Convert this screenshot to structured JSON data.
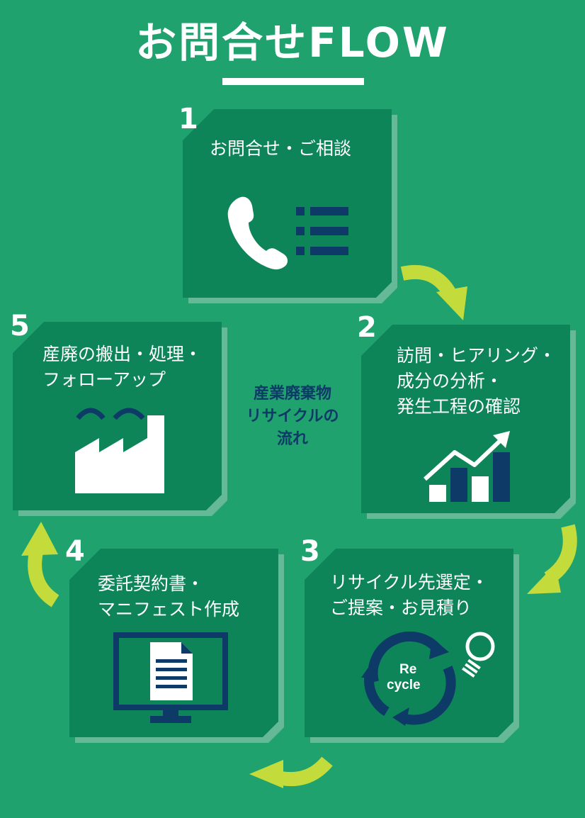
{
  "title": "お問合せFLOW",
  "center_label": "産業廃棄物\nリサイクルの\n流れ",
  "colors": {
    "background": "#1fa26e",
    "card": "#0d8558",
    "card_shadow": "#66b996",
    "arrow": "#c3dc3c",
    "icon_dark": "#0d3a66",
    "text": "#ffffff"
  },
  "steps": [
    {
      "number": "1",
      "label": "お問合せ・ご相談",
      "icon": "phone-list-icon"
    },
    {
      "number": "2",
      "label": "訪問・ヒアリング・\n成分の分析・\n発生工程の確認",
      "icon": "growth-chart-icon"
    },
    {
      "number": "3",
      "label": "リサイクル先選定・\nご提案・お見積り",
      "icon": "recycle-icon"
    },
    {
      "number": "4",
      "label": "委託契約書・\nマニフェスト作成",
      "icon": "monitor-document-icon"
    },
    {
      "number": "5",
      "label": "産廃の搬出・処理・\nフォローアップ",
      "icon": "factory-icon"
    }
  ],
  "recycle_text": {
    "line1": "Re",
    "line2": "cycle"
  }
}
